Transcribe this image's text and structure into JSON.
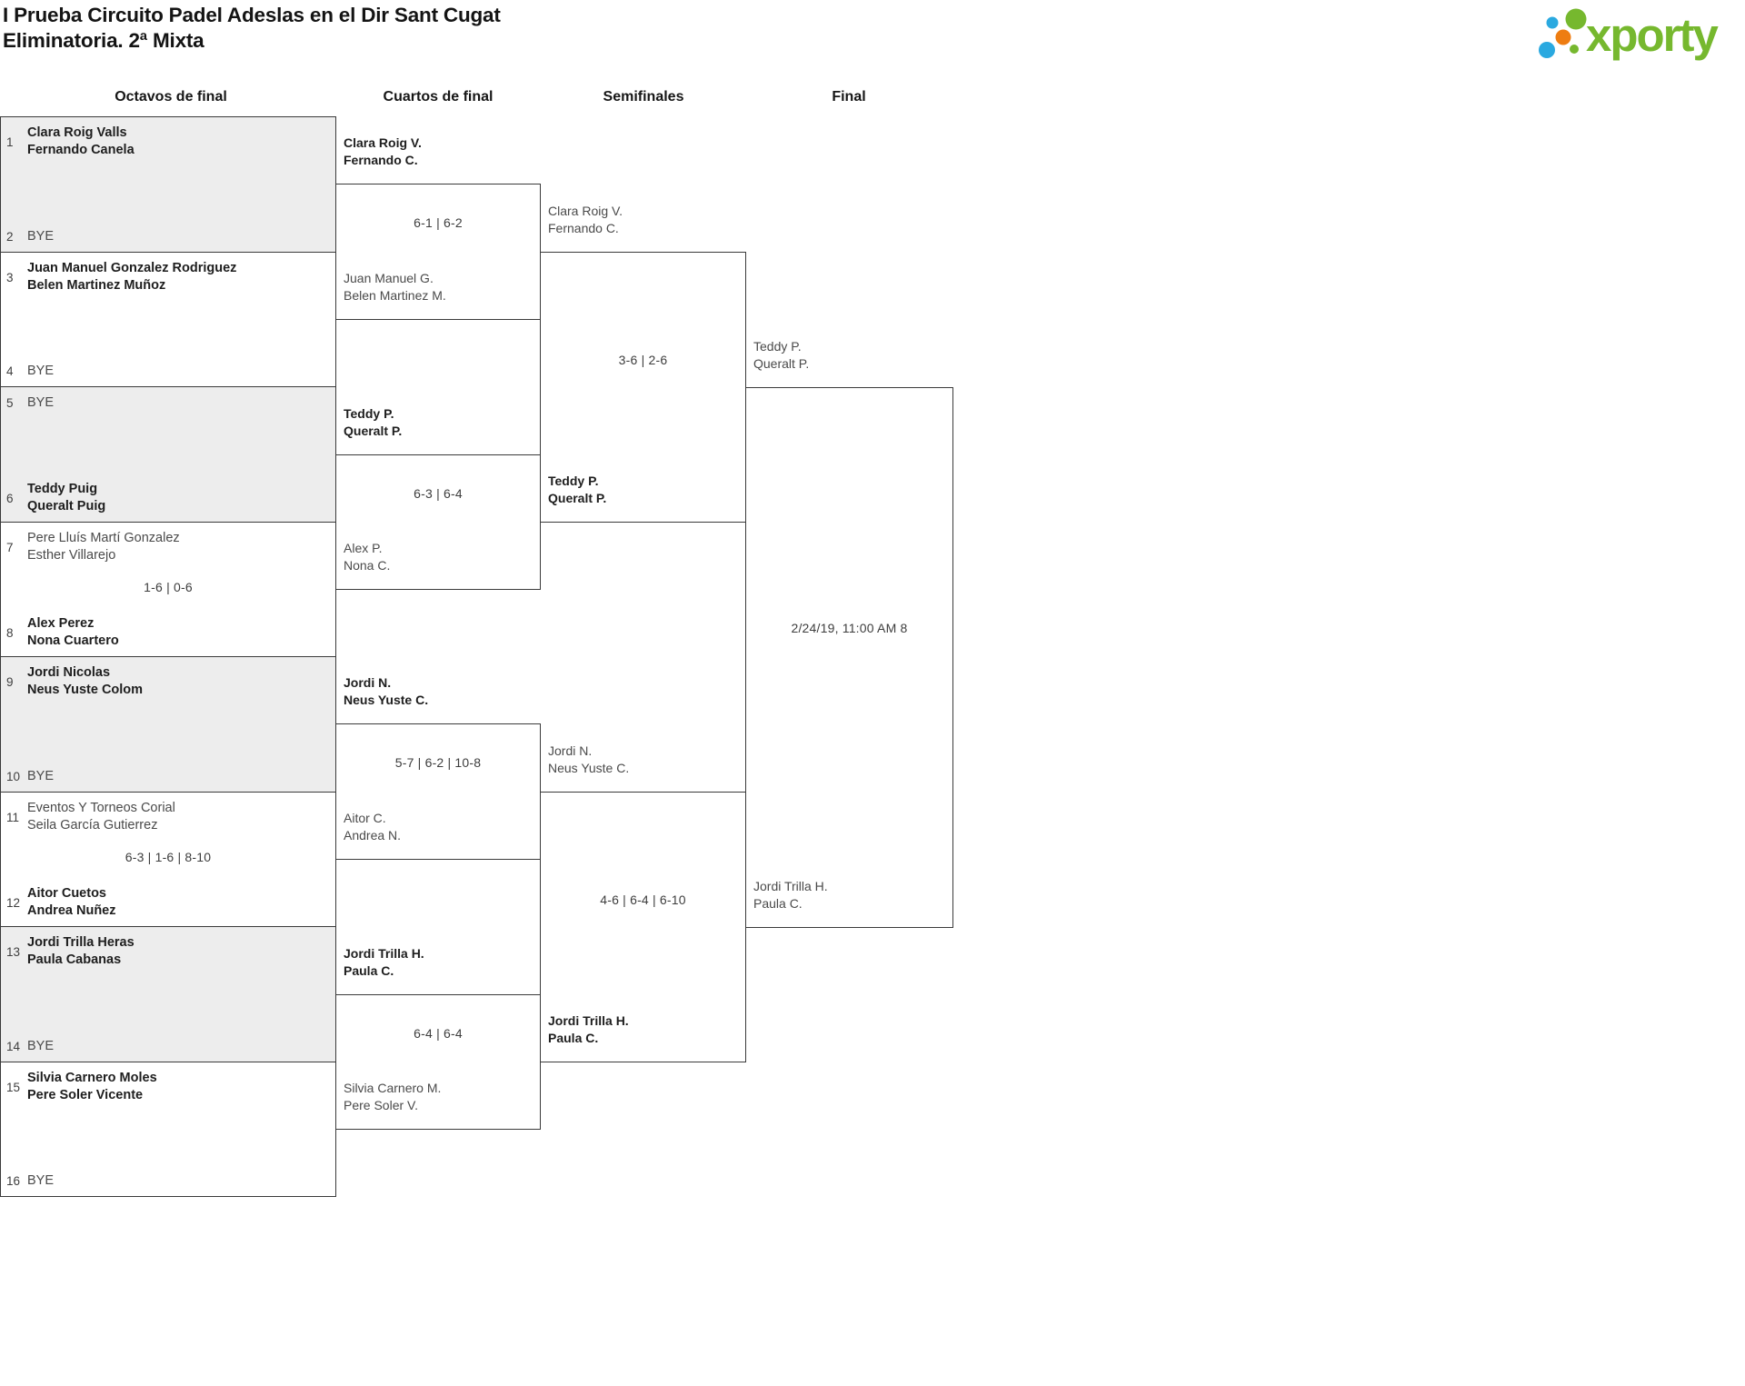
{
  "page": {
    "title_line1": "I Prueba Circuito Padel Adeslas en el Dir Sant Cugat",
    "title_line2": "Eliminatoria. 2ª Mixta"
  },
  "logo": {
    "text": "xporty"
  },
  "colors": {
    "line": "#3a3a3a",
    "shaded_box": "#ededed",
    "logo_green": "#76b82e",
    "logo_blue": "#2aa9e0",
    "logo_orange": "#ee7d11"
  },
  "round_headers": [
    "Octavos de final",
    "Cuartos de final",
    "Semifinales",
    "Final"
  ],
  "octavos": [
    {
      "shaded": true,
      "score": "",
      "teams": [
        {
          "seed": "1",
          "lines": [
            "Clara Roig Valls",
            "Fernando Canela"
          ],
          "bold": true
        },
        {
          "seed": "2",
          "lines": [
            "BYE"
          ],
          "bold": false
        }
      ]
    },
    {
      "shaded": false,
      "score": "",
      "teams": [
        {
          "seed": "3",
          "lines": [
            "Juan Manuel Gonzalez Rodriguez",
            "Belen Martinez Muñoz"
          ],
          "bold": true
        },
        {
          "seed": "4",
          "lines": [
            "BYE"
          ],
          "bold": false
        }
      ]
    },
    {
      "shaded": true,
      "score": "",
      "teams": [
        {
          "seed": "5",
          "lines": [
            "BYE"
          ],
          "bold": false
        },
        {
          "seed": "6",
          "lines": [
            "Teddy Puig",
            "Queralt Puig"
          ],
          "bold": true
        }
      ]
    },
    {
      "shaded": false,
      "score": "1-6 | 0-6",
      "teams": [
        {
          "seed": "7",
          "lines": [
            "Pere Lluís Martí Gonzalez",
            "Esther Villarejo"
          ],
          "bold": false
        },
        {
          "seed": "8",
          "lines": [
            "Alex Perez",
            "Nona Cuartero"
          ],
          "bold": true
        }
      ]
    },
    {
      "shaded": true,
      "score": "",
      "teams": [
        {
          "seed": "9",
          "lines": [
            "Jordi Nicolas",
            "Neus Yuste Colom"
          ],
          "bold": true
        },
        {
          "seed": "10",
          "lines": [
            "BYE"
          ],
          "bold": false
        }
      ]
    },
    {
      "shaded": false,
      "score": "6-3 | 1-6 | 8-10",
      "teams": [
        {
          "seed": "11",
          "lines": [
            "Eventos Y Torneos Corial",
            "Seila García Gutierrez"
          ],
          "bold": false
        },
        {
          "seed": "12",
          "lines": [
            "Aitor Cuetos",
            "Andrea Nuñez"
          ],
          "bold": true
        }
      ]
    },
    {
      "shaded": true,
      "score": "",
      "teams": [
        {
          "seed": "13",
          "lines": [
            "Jordi Trilla Heras",
            "Paula Cabanas"
          ],
          "bold": true
        },
        {
          "seed": "14",
          "lines": [
            "BYE"
          ],
          "bold": false
        }
      ]
    },
    {
      "shaded": false,
      "score": "",
      "teams": [
        {
          "seed": "15",
          "lines": [
            "Silvia Carnero Moles",
            "Pere Soler Vicente"
          ],
          "bold": true
        },
        {
          "seed": "16",
          "lines": [
            "BYE"
          ],
          "bold": false
        }
      ]
    }
  ],
  "cuartos": [
    {
      "score": "6-1 | 6-2",
      "top": {
        "lines": [
          "Clara Roig V.",
          "Fernando C."
        ],
        "bold": true
      },
      "bottom": {
        "lines": [
          "Juan Manuel G.",
          "Belen Martinez M."
        ],
        "bold": false
      }
    },
    {
      "score": "6-3 | 6-4",
      "top": {
        "lines": [
          "Teddy P.",
          "Queralt P."
        ],
        "bold": true
      },
      "bottom": {
        "lines": [
          "Alex P.",
          "Nona C."
        ],
        "bold": false
      }
    },
    {
      "score": "5-7 | 6-2 | 10-8",
      "top": {
        "lines": [
          "Jordi N.",
          "Neus Yuste C."
        ],
        "bold": true
      },
      "bottom": {
        "lines": [
          "Aitor C.",
          "Andrea N."
        ],
        "bold": false
      }
    },
    {
      "score": "6-4 | 6-4",
      "top": {
        "lines": [
          "Jordi Trilla H.",
          "Paula C."
        ],
        "bold": true
      },
      "bottom": {
        "lines": [
          "Silvia Carnero M.",
          "Pere Soler V."
        ],
        "bold": false
      }
    }
  ],
  "semifinales": [
    {
      "score": "3-6 | 2-6",
      "top": {
        "lines": [
          "Clara Roig V.",
          "Fernando C."
        ],
        "bold": false
      },
      "bottom": {
        "lines": [
          "Teddy P.",
          "Queralt P."
        ],
        "bold": true
      }
    },
    {
      "score": "4-6 | 6-4 | 6-10",
      "top": {
        "lines": [
          "Jordi N.",
          "Neus Yuste C."
        ],
        "bold": false
      },
      "bottom": {
        "lines": [
          "Jordi Trilla H.",
          "Paula C."
        ],
        "bold": true
      }
    }
  ],
  "final": {
    "top": {
      "lines": [
        "Teddy P.",
        "Queralt P."
      ],
      "bold": false
    },
    "bottom": {
      "lines": [
        "Jordi Trilla H.",
        "Paula C."
      ],
      "bold": false
    },
    "info": "2/24/19, 11:00 AM 8"
  }
}
